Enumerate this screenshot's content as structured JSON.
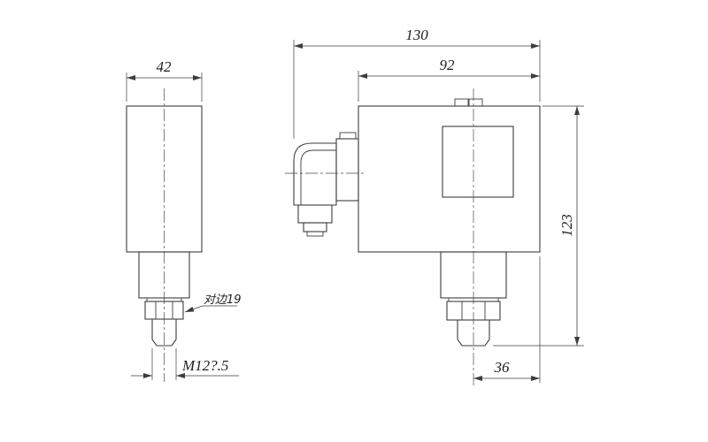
{
  "drawing": {
    "side_view": {
      "dim_width": "42",
      "thread_label": "M12?.5",
      "hex_flats_label": "对边19"
    },
    "front_view": {
      "dim_overall_width": "130",
      "dim_body_width": "92",
      "dim_height": "123",
      "dim_port_offset": "36"
    }
  }
}
